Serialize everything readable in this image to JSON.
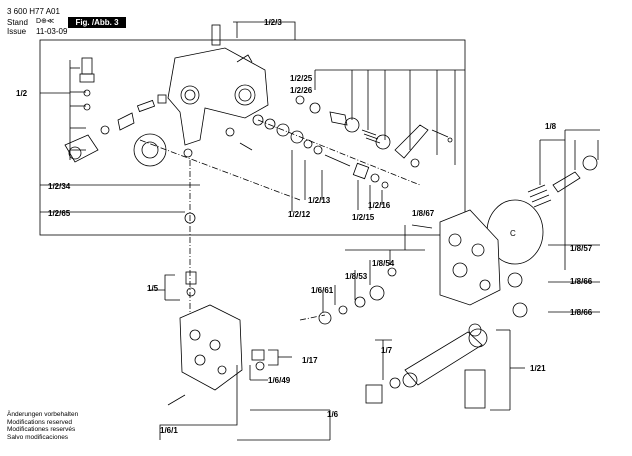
{
  "header": {
    "doc_number": "3 600 H77 A01",
    "stand_label": "Stand",
    "issue_label": "Issue",
    "date": "11-03-09",
    "fig_label": "Fig. /Abb. 3"
  },
  "callouts": {
    "c_1_2_3": "1/2/3",
    "c_1_2_25": "1/2/25",
    "c_1_2_26": "1/2/26",
    "c_1_2": "1/2",
    "c_1_2_34": "1/2/34",
    "c_1_2_65": "1/2/65",
    "c_1_2_13": "1/2/13",
    "c_1_2_12": "1/2/12",
    "c_1_2_16": "1/2/16",
    "c_1_2_15": "1/2/15",
    "c_1_8": "1/8",
    "c_1_8_67": "1/8/67",
    "c_1_8_57": "1/8/57",
    "c_1_8_54": "1/8/54",
    "c_1_8_53": "1/8/53",
    "c_1_8_66a": "1/8/66",
    "c_1_8_66b": "1/8/66",
    "c_1_6_61": "1/6/61",
    "c_1_5": "1/5",
    "c_1_7": "1/7",
    "c_1_17": "1/17",
    "c_1_6_49": "1/6/49",
    "c_1_21": "1/21",
    "c_1_6": "1/6",
    "c_1_6_1": "1/6/1",
    "c_C": "C"
  },
  "footer": {
    "line1": "Änderungen vorbehalten",
    "line2": "Modifications reserved",
    "line3": "Modificationes reservés",
    "line4": "Salvo modificaciones"
  }
}
